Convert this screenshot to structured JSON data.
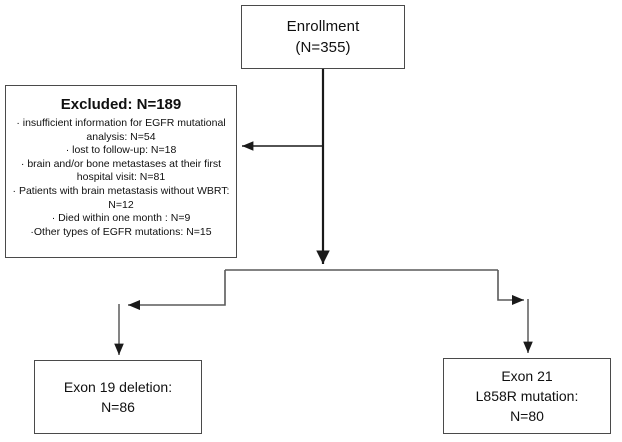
{
  "diagram": {
    "title": "EGFR mutation patient enrollment flow diagram",
    "line_color": "#4a4a4a",
    "text_color": "#101010",
    "background": "#ffffff"
  },
  "nodes": {
    "enrollment": {
      "label": "Enrollment",
      "count": "(N=355)"
    },
    "excluded": {
      "title": "Excluded: N=189",
      "items": [
        "· insufficient information for EGFR mutational",
        "analysis: N=54",
        "· lost to follow-up: N=18",
        "· brain and/or bone metastases at their first",
        "hospital visit: N=81",
        "·  Patients with brain metastasis without WBRT:",
        "N=12",
        "· Died within one month : N=9",
        "·Other types of EGFR mutations: N=15"
      ]
    },
    "exon19": {
      "label": "Exon 19 deletion:",
      "count": "N=86"
    },
    "exon21": {
      "label_line1": "Exon 21",
      "label_line2": "L858R mutation:",
      "count": "N=80"
    }
  },
  "connectors": [
    {
      "name": "enrollment-to-excluded",
      "kind": "arrow-left",
      "note": "horizontal arrow from enrollment stem into Excluded box"
    },
    {
      "name": "enrollment-to-split",
      "kind": "arrow-down",
      "note": "vertical arrow from enrollment down to split bracket"
    },
    {
      "name": "split-to-exon19",
      "kind": "arrow-down",
      "note": "bracket left branch into Exon 19 deletion box"
    },
    {
      "name": "split-to-exon21",
      "kind": "arrow-down",
      "note": "bracket right branch into Exon 21 L858R mutation box"
    }
  ]
}
